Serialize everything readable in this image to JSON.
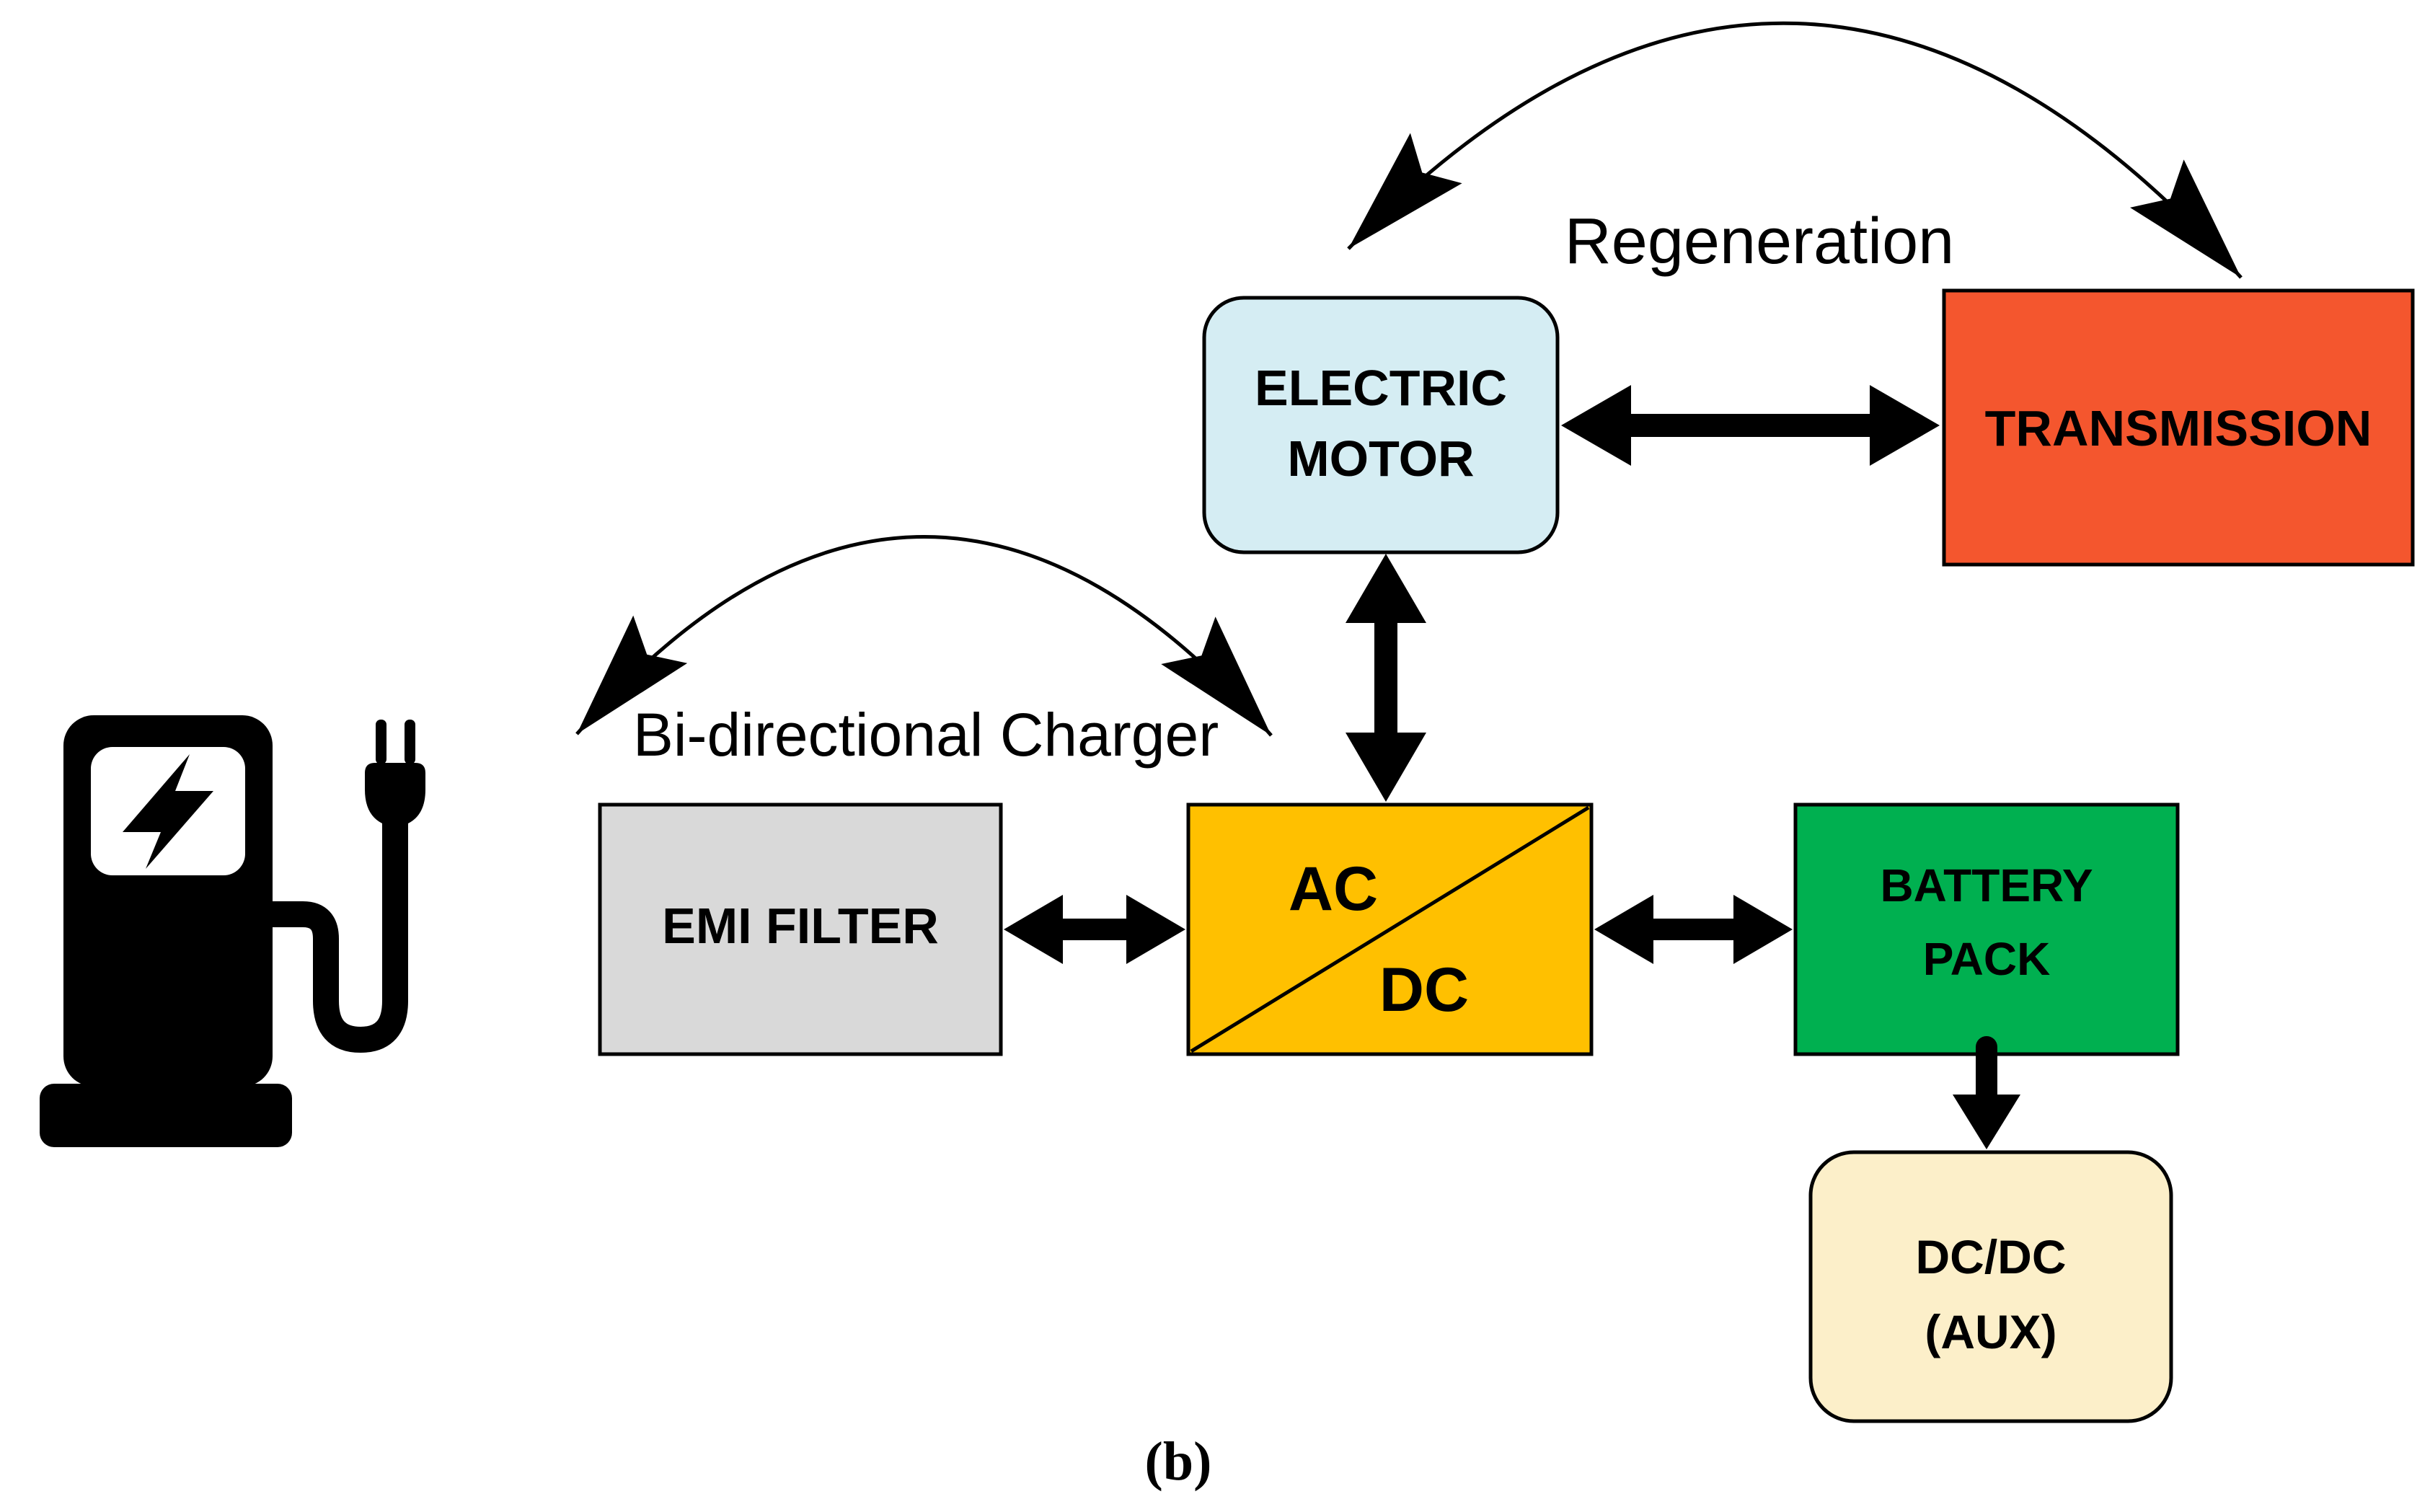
{
  "figure": {
    "caption": "(b)",
    "background": "#FFFFFF"
  },
  "annotations": {
    "regeneration_label": "Regeneration",
    "bidirectional_label": "Bi-directional Charger"
  },
  "boxes": {
    "electric_motor": {
      "lines": [
        "ELECTRIC",
        "MOTOR"
      ],
      "fill": "#D5EDF3"
    },
    "transmission": {
      "lines": [
        "TRANSMISSION"
      ],
      "fill": "#F4562E"
    },
    "emi_filter": {
      "lines": [
        "EMI FILTER"
      ],
      "fill": "#D9D9D9"
    },
    "ac_dc_converter": {
      "top_label": "AC",
      "bottom_label": "DC",
      "fill": "#FFC000"
    },
    "battery_pack": {
      "lines": [
        "BATTERY",
        "PACK"
      ],
      "fill": "#00B050"
    },
    "dc_dc_aux": {
      "lines": [
        "DC/DC",
        "(AUX)"
      ],
      "fill": "#FCEFC9"
    }
  },
  "icons": {
    "charging_station": "ev-charging-station-with-plug-icon",
    "lightning_bolt": "lightning-bolt-icon"
  },
  "colors": {
    "outline": "#000000",
    "arrow": "#000000",
    "icon": "#000000",
    "screen": "#FFFFFF"
  },
  "connections": [
    {
      "from": "ELECTRIC MOTOR",
      "to": "TRANSMISSION",
      "style": "thick-double-arrow"
    },
    {
      "from": "ELECTRIC MOTOR",
      "to": "AC/DC",
      "style": "thick-double-arrow"
    },
    {
      "from": "EMI FILTER",
      "to": "AC/DC",
      "style": "thick-double-arrow"
    },
    {
      "from": "AC/DC",
      "to": "BATTERY PACK",
      "style": "thick-double-arrow"
    },
    {
      "from": "BATTERY PACK",
      "to": "DC/DC (AUX)",
      "style": "single-arrow-down"
    },
    {
      "label": "Regeneration",
      "between": [
        "ELECTRIC MOTOR",
        "TRANSMISSION"
      ],
      "style": "curved-double-arrow"
    },
    {
      "label": "Bi-directional Charger",
      "between": [
        "EMI FILTER",
        "AC/DC"
      ],
      "style": "curved-double-arrow"
    }
  ]
}
